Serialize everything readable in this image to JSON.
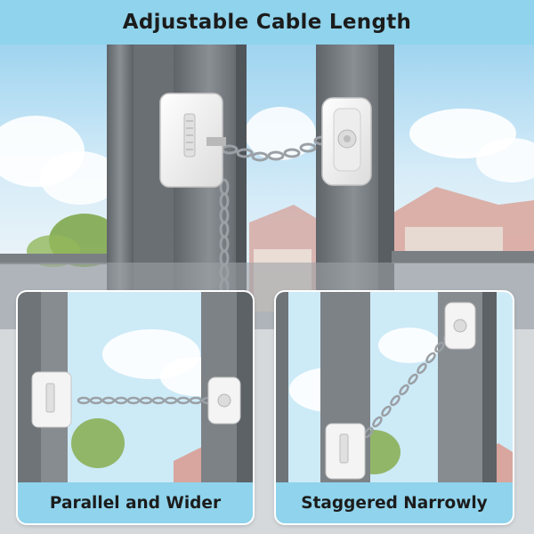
{
  "banner": {
    "title": "Adjustable Cable Length"
  },
  "insets": [
    {
      "caption": "Parallel and Wider"
    },
    {
      "caption": "Staggered Narrowly"
    }
  ],
  "colors": {
    "banner_bg": "#8fd3ec",
    "frame": "#6e7378",
    "sky": "#bfe3f5",
    "lock_body": "#f2f2f2"
  }
}
